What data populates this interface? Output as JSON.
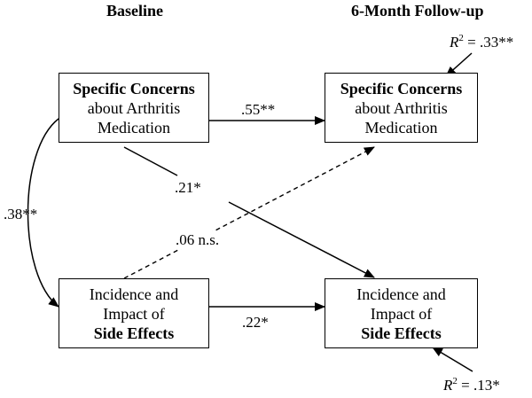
{
  "headers": {
    "left": "Baseline",
    "right": "6-Month Follow-up"
  },
  "nodes": {
    "concerns_baseline": {
      "bold": "Specific Concerns",
      "line2": "about Arthritis",
      "line3": "Medication"
    },
    "concerns_followup": {
      "bold": "Specific Concerns",
      "line2": "about Arthritis",
      "line3": "Medication"
    },
    "effects_baseline": {
      "line1": "Incidence and",
      "line2": "Impact of",
      "bold": "Side Effects"
    },
    "effects_followup": {
      "line1": "Incidence and",
      "line2": "Impact of",
      "bold": "Side Effects"
    }
  },
  "paths": {
    "concerns_stability": ".55**",
    "effects_stability": ".22*",
    "concerns_to_effects": ".21*",
    "effects_to_concerns": ".06 n.s.",
    "baseline_correlation": ".38**"
  },
  "r_squared": {
    "symbol": "R",
    "exponent": "2",
    "concerns": "= .33**",
    "effects": "= .13*"
  }
}
